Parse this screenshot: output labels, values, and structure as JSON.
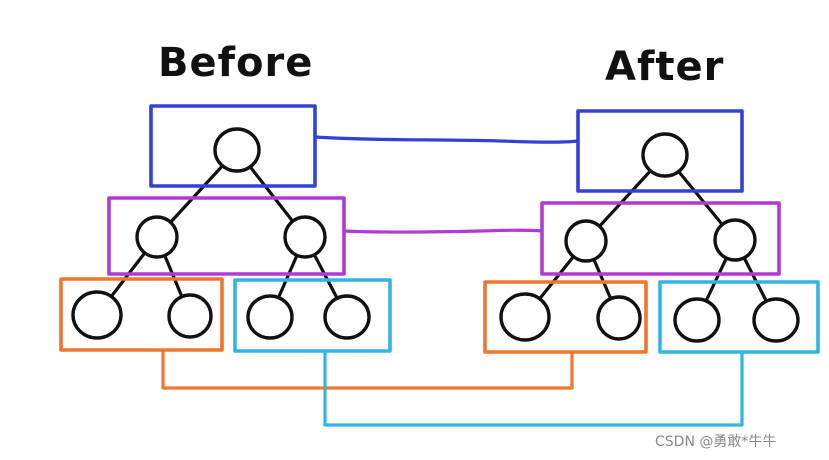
{
  "titles": {
    "before": "Before",
    "after": "After"
  },
  "watermark": "CSDN @勇敢*牛牛",
  "colors": {
    "level1": "#3340d6",
    "level2": "#b13ad6",
    "level3_left": "#f0762e",
    "level3_right": "#33b4e6",
    "node_stroke": "#111111"
  }
}
